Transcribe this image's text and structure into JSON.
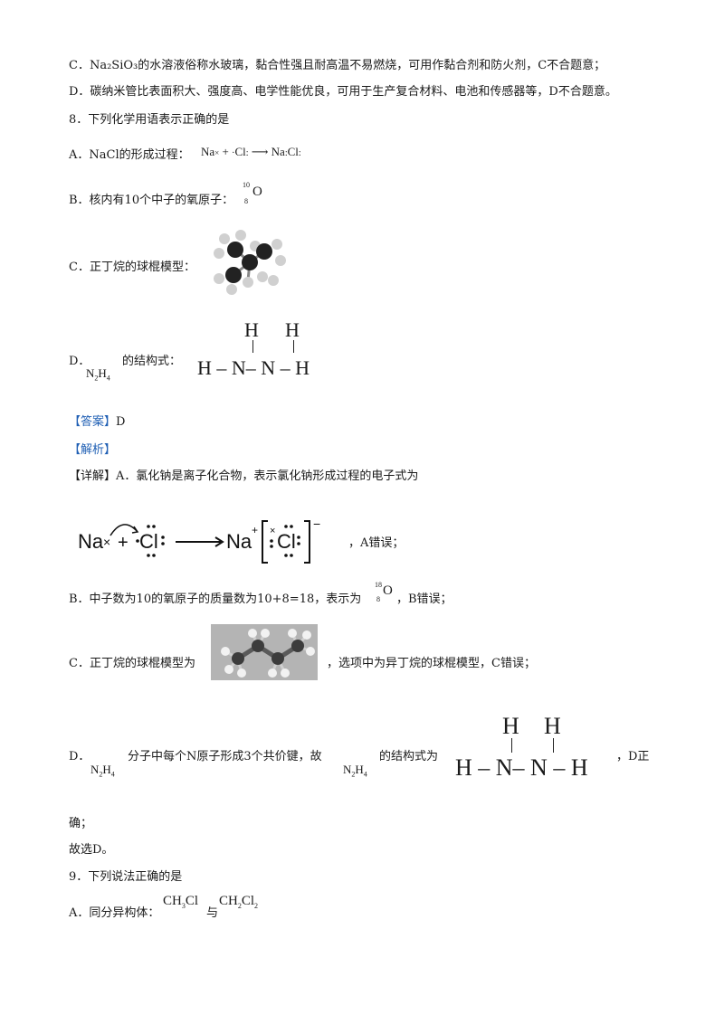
{
  "lines": {
    "c_na2sio3": "C．Na₂SiO₃的水溶液俗称水玻璃，黏合性强且耐高温不易燃烧，可用作黏合剂和防火剂，C不合题意；",
    "d_tube": "D．碳纳米管比表面积大、强度高、电学性能优良，可用于生产复合材料、电池和传感器等，D不合题意。",
    "q8": "8．下列化学用语表示正确的是",
    "q8a_label": "A．NaCl的形成过程：",
    "q8b_label": "B．核内有10个中子的氧原子：",
    "q8c_label": "C．正丁烷的球棍模型：",
    "q8d_label": "D．",
    "q8d_suffix": "的结构式：",
    "answer_tag": "【答案】",
    "answer_value": "D",
    "analysis_tag": "【解析】",
    "detail": "【详解】A．氯化钠是离子化合物，表示氯化钠形成过程的电子式为",
    "a_wrong": "，A错误；",
    "b_expl": "B．中子数为10的氧原子的质量数为10+8=18，表示为",
    "b_wrong": "，B错误；",
    "c_expl": "C．正丁烷的球棍模型为",
    "c_wrong": "，选项中为异丁烷的球棍模型，C错误；",
    "d_expl_pre": "D．",
    "d_expl_mid": "分子中每个N原子形成3个共价键，故",
    "d_expl_post": "的结构式为",
    "d_correct": "，D正",
    "d_correct2": "确；",
    "choose": "故选D。",
    "q9": "9．下列说法正确的是",
    "q9a_label": "A．同分异构体：",
    "q9a_and": "与"
  },
  "formulas": {
    "n2h4_main": "N",
    "n2h4_sub1": "2",
    "n2h4_h": "H",
    "n2h4_sub2": "4",
    "o10_mass": "10",
    "o10_atomic": "8",
    "o18_mass": "18",
    "o18_atomic": "8",
    "oxygen_symbol": "O",
    "ch3cl": "CH",
    "ch3cl_sub": "3",
    "ch3cl_tail": "Cl",
    "ch2cl2": "CH",
    "ch2cl2_sub": "2",
    "ch2cl2_cl": "Cl",
    "ch2cl2_sub2": "2",
    "struct_row1_h": "H",
    "struct_row2": "H – N– N – H",
    "na": "Na",
    "cl": "Cl",
    "plus": "+",
    "minus": "−"
  }
}
